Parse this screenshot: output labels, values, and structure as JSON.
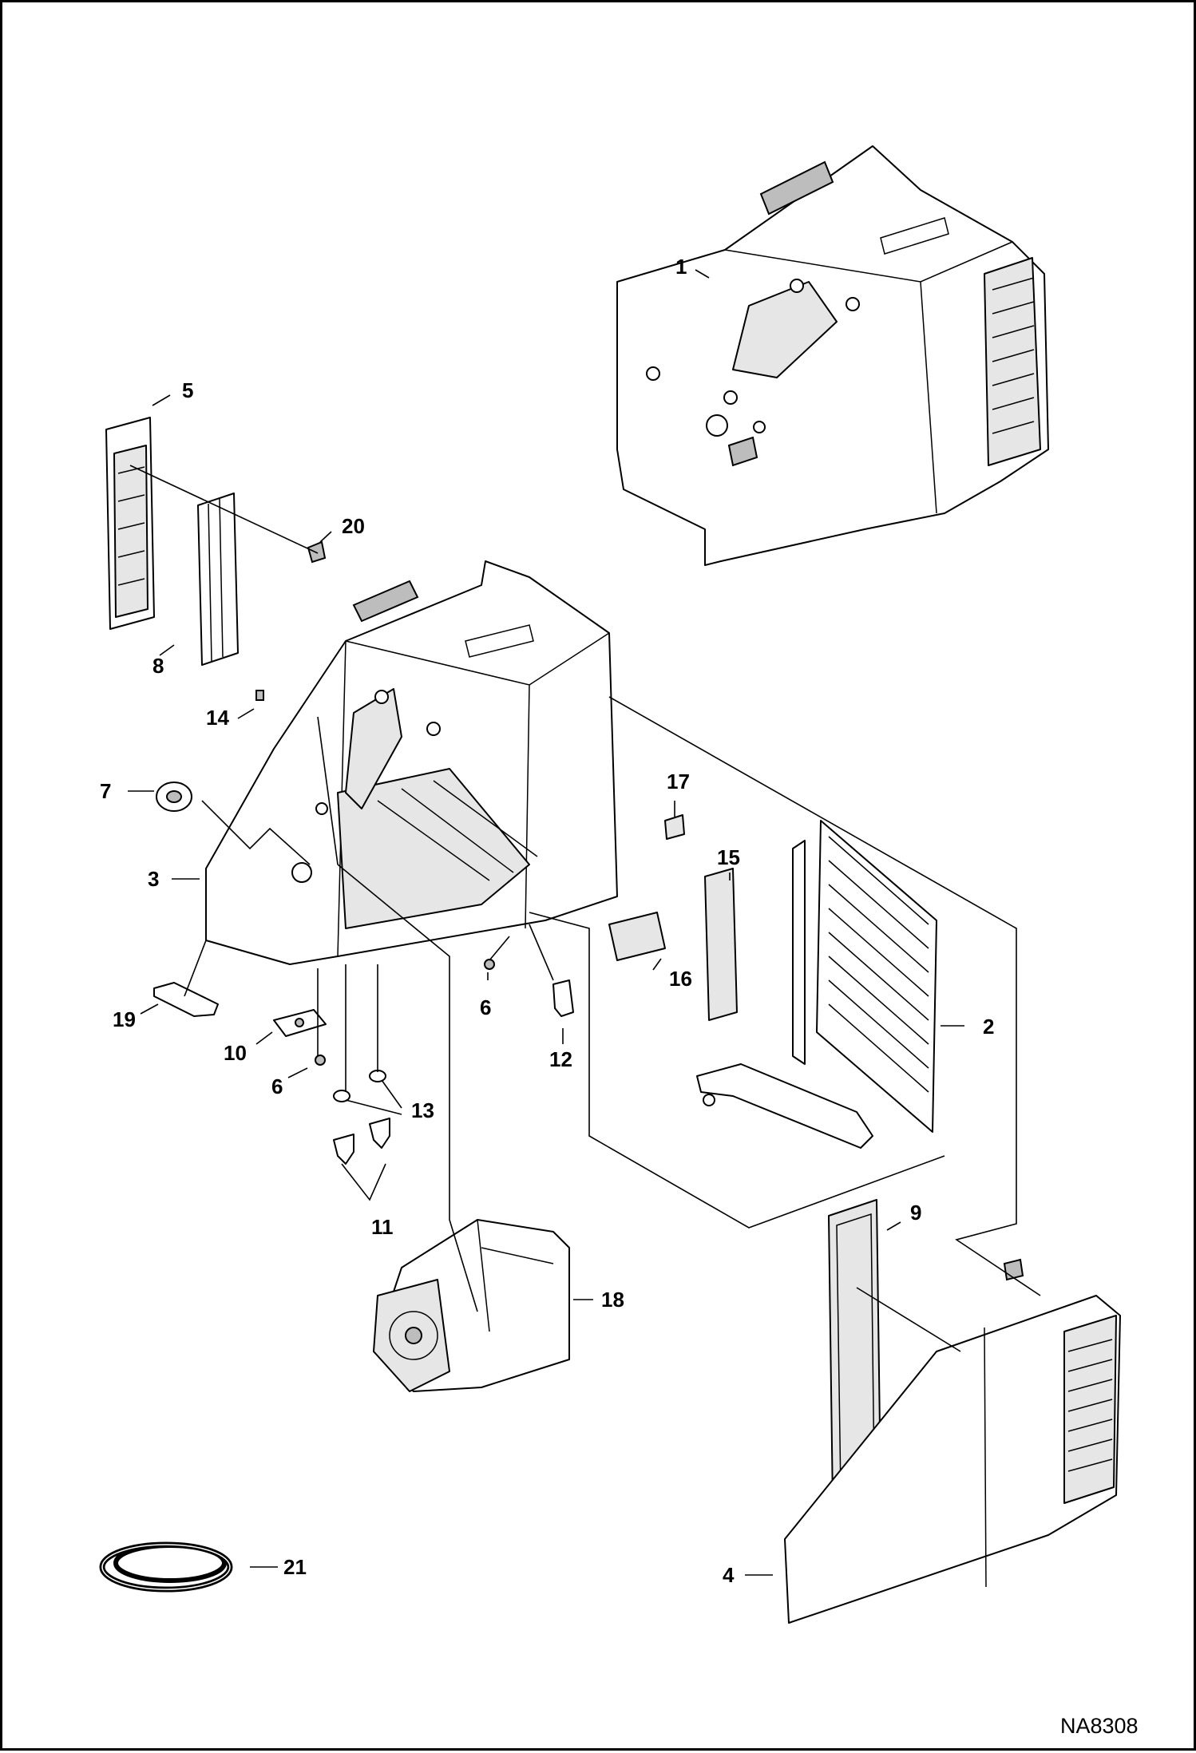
{
  "diagram": {
    "reference_code": "NA8308",
    "callouts": [
      "1",
      "2",
      "3",
      "4",
      "5",
      "6",
      "6",
      "7",
      "8",
      "9",
      "10",
      "11",
      "12",
      "13",
      "14",
      "15",
      "16",
      "17",
      "18",
      "19",
      "20",
      "21"
    ]
  }
}
